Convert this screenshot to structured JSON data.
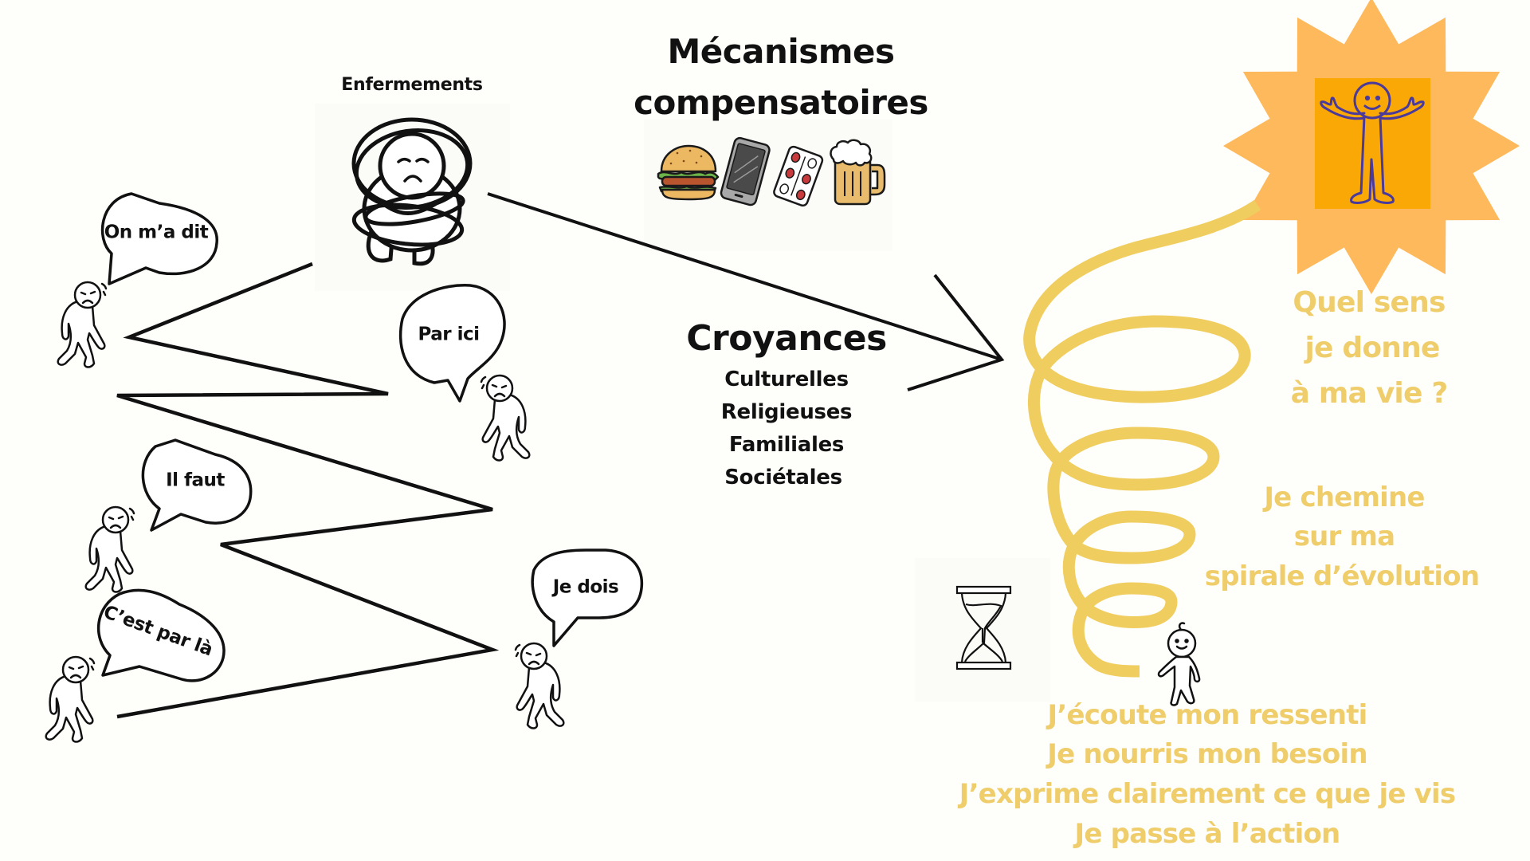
{
  "title": {
    "line1": "Mécanismes",
    "line2": "compensatoires",
    "icons": [
      "burger-icon",
      "smartphone-icon",
      "pills-icon",
      "beer-mug-icon"
    ]
  },
  "enclosure": {
    "label": "Enfermements",
    "icon": "tangled-sad-person-icon"
  },
  "speech_bubbles": [
    {
      "text": "On m’a dit"
    },
    {
      "text": "Par ici"
    },
    {
      "text": "Il faut"
    },
    {
      "text": "C’est par là"
    },
    {
      "text": "Je dois"
    }
  ],
  "beliefs": {
    "heading": "Croyances",
    "items": [
      "Culturelles",
      "Religieuses",
      "Familiales",
      "Sociétales"
    ]
  },
  "question": {
    "lines": [
      "Quel sens",
      "je donne",
      "à ma vie ?"
    ]
  },
  "journey": {
    "lines": [
      "Je chemine",
      "sur ma",
      "spirale d’évolution"
    ]
  },
  "actions": {
    "lines": [
      "J’écoute mon ressenti",
      "Je nourris mon besoin",
      "J’exprime clairement ce que je vis",
      "Je passe à l’action"
    ]
  },
  "icons": {
    "sun": "sun-burst-icon",
    "happy_person": "happy-person-arms-open-icon",
    "hourglass": "hourglass-icon",
    "child": "walking-child-icon",
    "spiral": "spiral-path"
  },
  "colors": {
    "ink": "#111111",
    "gold_text": "#efcd6b",
    "spiral": "#f0cd5f",
    "sun": "#fdb95c",
    "sun_inner": "#f9a806",
    "happy_person_stroke": "#4a3a9c"
  }
}
